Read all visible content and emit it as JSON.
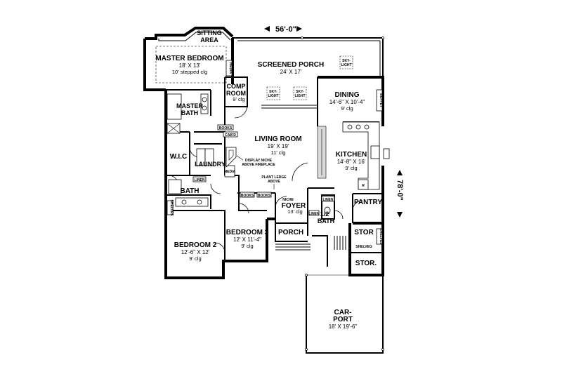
{
  "overall": {
    "width_label": "56'-0\"",
    "depth_label": "78'-0\""
  },
  "rooms": {
    "sitting_area": {
      "name_line1": "SITTING",
      "name_line2": "AREA"
    },
    "master_bedroom": {
      "name": "MASTER BEDROOM",
      "size": "18' X 13'",
      "ceiling": "10' stepped clg"
    },
    "screened_porch": {
      "name": "SCREENED PORCH",
      "size": "24' X 17'"
    },
    "comp_room": {
      "name_line1": "COMP",
      "name_line2": "ROOM",
      "ceiling": "9' clg"
    },
    "dining": {
      "name": "DINING",
      "size": "14'-6\" X 10'-4\"",
      "ceiling": "9' clg"
    },
    "master_bath": {
      "name_line1": "MASTER",
      "name_line2": "BATH"
    },
    "living_room": {
      "name": "LIVING ROOM",
      "size": "19' X 19'",
      "ceiling": "11' clg"
    },
    "kitchen": {
      "name": "KITCHEN",
      "size": "14'-8\" X 16'",
      "ceiling": "9' clg"
    },
    "wic": {
      "name": "W.I.C"
    },
    "laundry": {
      "name": "LAUNDRY"
    },
    "bath": {
      "name": "BATH"
    },
    "pantry": {
      "name": "PANTRY"
    },
    "foyer": {
      "name": "FOYER",
      "ceiling": "13' clg"
    },
    "half_bath": {
      "name_line1": "1/2",
      "name_line2": "BATH"
    },
    "stor1": {
      "name": "STOR"
    },
    "stor2": {
      "name": "STOR."
    },
    "porch": {
      "name": "PORCH"
    },
    "bedroom2": {
      "name": "BEDROOM 2",
      "size": "12'-6\" X 12'",
      "ceiling": "9' clg"
    },
    "bedroom3": {
      "name": "BEDROOM 3",
      "size": "12' X 11'-4\"",
      "ceiling": "9' clg"
    },
    "carport": {
      "name_line1": "CAR-",
      "name_line2": "PORT",
      "size": "18' X 19'-6\""
    }
  },
  "notes": {
    "sky_light": [
      "SKY-",
      "LIGHT"
    ],
    "media": "MEDIA",
    "books": "BOOKS",
    "cabd": "CAB'D",
    "linen": "LINEN",
    "buffet": "BUFFET",
    "shelves": "SHELVES",
    "shelf_veg": "SHELVEG",
    "niche": "NICHE",
    "display_niche": [
      "DISPLAY NICHE",
      "ABOVE FIREPLACE"
    ],
    "plant_ledge": [
      "PLANT LEDGE",
      "ABOVE"
    ]
  }
}
